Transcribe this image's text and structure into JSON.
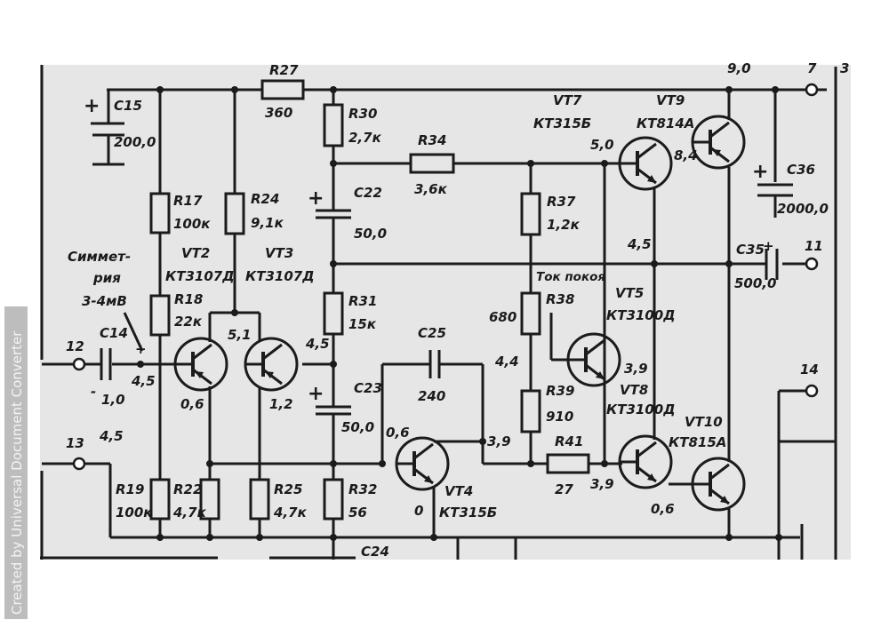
{
  "watermark": "Created by Universal Document Converter",
  "colors": {
    "paper": "#e6e6e6",
    "ink": "#1b1b1b",
    "sidebar": "#bdbdbd"
  },
  "labels": {
    "r27": "R27",
    "r27v": "360",
    "c15": "C15",
    "c15v": "200,0",
    "c15plus": "+",
    "r30": "R30",
    "r30v": "2,7к",
    "r34": "R34",
    "r34v": "3,6к",
    "vt7": "VT7",
    "vt7t": "КТ315Б",
    "vt9": "VT9",
    "vt9t": "КТ814А",
    "top_v": "9,0",
    "term7": "7",
    "term3": "3",
    "v50": "5,0",
    "v84": "8,4",
    "c36": "C36",
    "c36v": "2000,0",
    "c36plus": "+",
    "r17": "R17",
    "r17v": "100к",
    "r24": "R24",
    "r24v": "9,1к",
    "c22": "C22",
    "c22v": "50,0",
    "c22plus": "+",
    "r37": "R37",
    "r37v": "1,2к",
    "vt2": "VT2",
    "vt2t": "КТ3107Д",
    "vt3": "VT3",
    "vt3t": "КТ3107Д",
    "sym1": "Симмет-",
    "sym2": "рия",
    "sym3": "3-4мВ",
    "v45a": "4,5",
    "c35": "C35",
    "c35plus": "+",
    "term11": "11",
    "c35v": "500,0",
    "tok": "Ток покоя",
    "r38": "R38",
    "v680": "680",
    "vt5": "VT5",
    "vt5t": "КТ3100Д",
    "r18": "R18",
    "r18v": "22к",
    "r31": "R31",
    "r31v": "15к",
    "v51": "5,1",
    "c14": "C14",
    "c14plus": "+",
    "term12": "12",
    "v45b": "4,5",
    "v45c": "4,5",
    "v44": "4,4",
    "c25": "C25",
    "c25v": "240",
    "v39a": "3,9",
    "term14": "14",
    "c10": "1,0",
    "c10minus": "-",
    "v06a": "0,6",
    "v12": "1,2",
    "c23": "C23",
    "c23v": "50,0",
    "c23plus": "+",
    "r39": "R39",
    "r39v": "910",
    "vt8": "VT8",
    "vt8t": "КТ3100Д",
    "vt10": "VT10",
    "vt10t": "КТ815А",
    "v45d": "4,5",
    "term13": "13",
    "v06b": "0,6",
    "v39b": "3,9",
    "r41": "R41",
    "r41v": "27",
    "v39c": "3,9",
    "r19": "R19",
    "r19v": "100к",
    "r22": "R22",
    "r22v": "4,7к",
    "r25": "R25",
    "r25v": "4,7к",
    "r32": "R32",
    "r32v": "56",
    "vt4": "VT4",
    "vt4t": "КТ315Б",
    "v0": "0",
    "v06c": "0,6",
    "c24": "C24"
  }
}
